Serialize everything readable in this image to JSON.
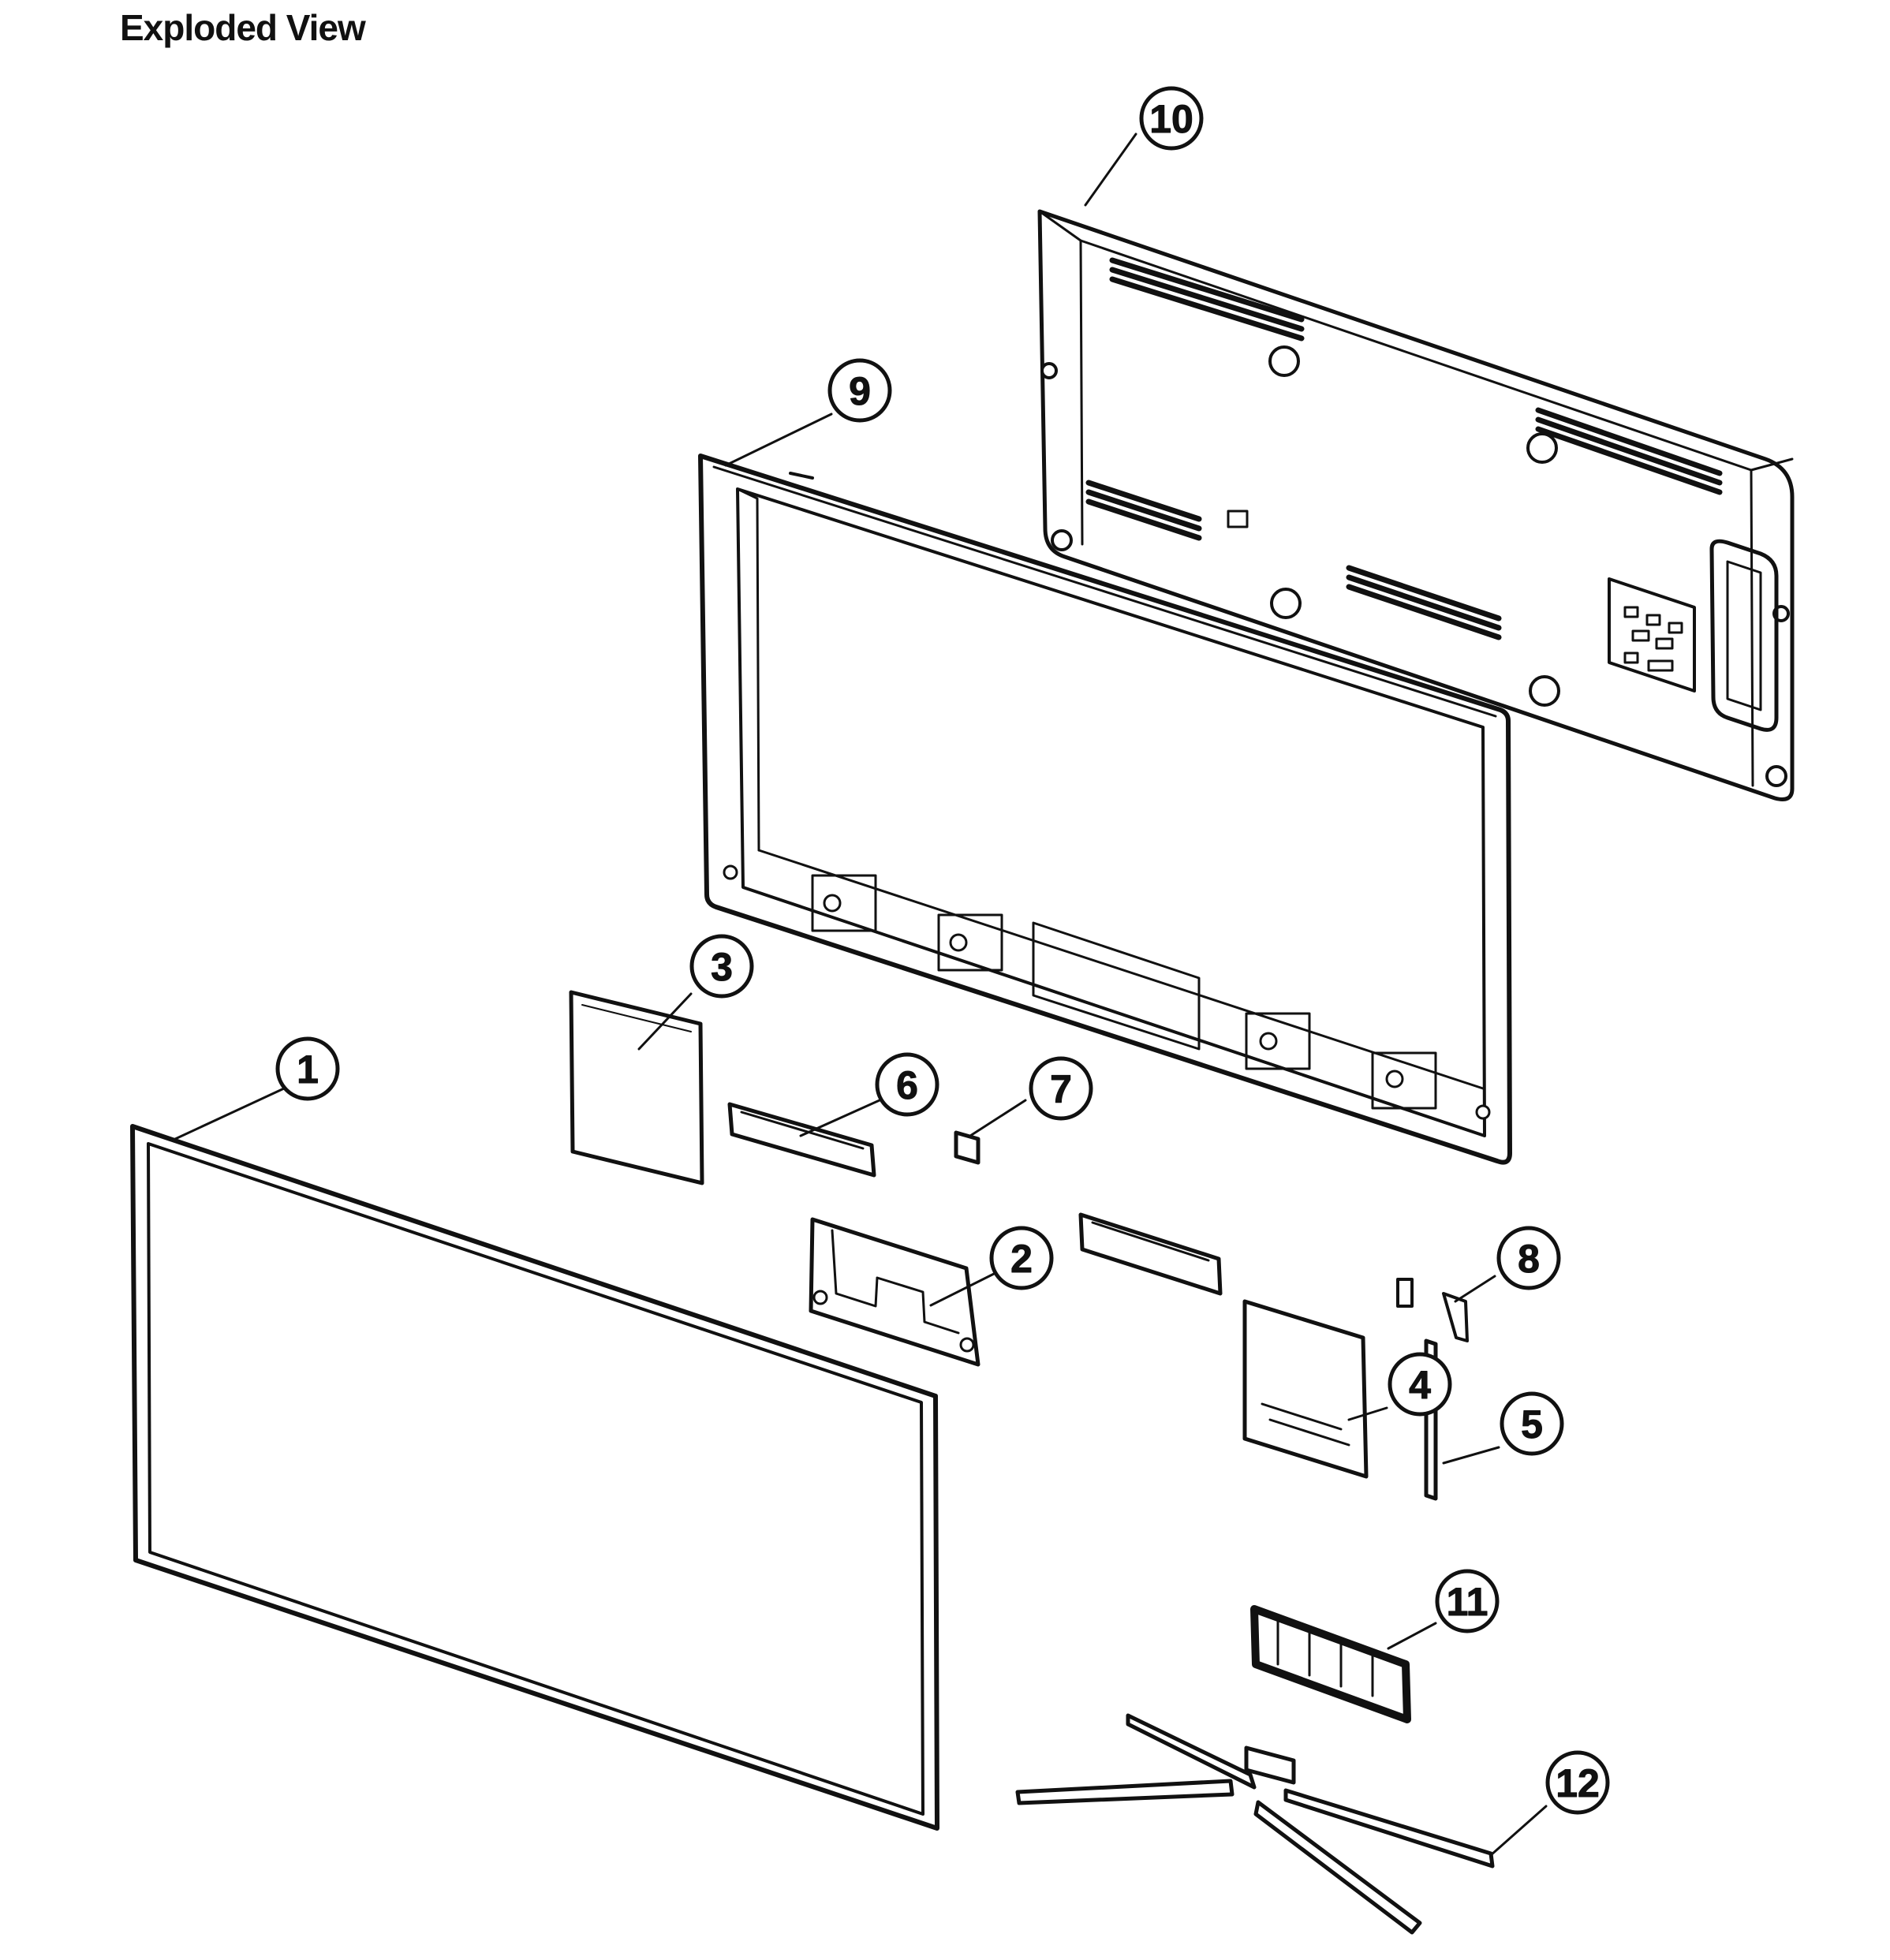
{
  "title": "Exploded View",
  "colors": {
    "line": "#111111",
    "background": "#ffffff"
  },
  "callouts": [
    {
      "id": "1",
      "label": "1"
    },
    {
      "id": "2",
      "label": "2"
    },
    {
      "id": "3",
      "label": "3"
    },
    {
      "id": "4",
      "label": "4"
    },
    {
      "id": "5",
      "label": "5"
    },
    {
      "id": "6",
      "label": "6"
    },
    {
      "id": "7",
      "label": "7"
    },
    {
      "id": "8",
      "label": "8"
    },
    {
      "id": "9",
      "label": "9"
    },
    {
      "id": "10",
      "label": "10"
    },
    {
      "id": "11",
      "label": "11"
    },
    {
      "id": "12",
      "label": "12"
    }
  ]
}
